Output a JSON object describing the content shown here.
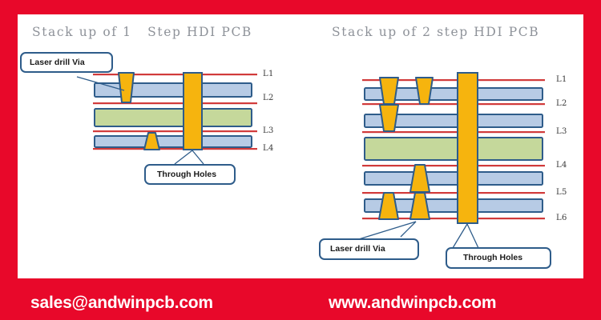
{
  "page": {
    "border_color": "#e8082a",
    "canvas_color": "#ffffff"
  },
  "colors": {
    "red_trace": "#d13a3a",
    "copper_blue_fill": "#b7cbe5",
    "copper_blue_stroke": "#2e5c8a",
    "core_green_fill": "#c5d89b",
    "core_green_stroke": "#2e5c8a",
    "via_yellow_fill": "#f6b40e",
    "via_yellow_stroke": "#2e5c8a",
    "callout_stroke": "#2e5c8a",
    "callout_fill": "#ffffff",
    "title_gray": "#8e9299",
    "footer_red": "#e8082a",
    "footer_text": "#ffffff"
  },
  "left_diagram": {
    "title": "Stack up of 1   Step HDI PCB",
    "layer_labels": [
      "L1",
      "L2",
      "L3",
      "L4"
    ],
    "callouts": [
      {
        "id": "laser-drill-via",
        "label": "Laser drill  Via"
      },
      {
        "id": "through-holes",
        "label": "Through Holes"
      }
    ],
    "structure": {
      "layer_count": 4,
      "copper_bars": 2,
      "core_layers": 1,
      "microvias": 2,
      "through_holes": 1
    }
  },
  "right_diagram": {
    "title": "Stack up of 2 step HDI PCB",
    "layer_labels": [
      "L1",
      "L2",
      "L3",
      "L4",
      "L5",
      "L6"
    ],
    "callouts": [
      {
        "id": "laser-drill-via",
        "label": "Laser drill  Via"
      },
      {
        "id": "through-holes",
        "label": "Through Holes"
      }
    ],
    "structure": {
      "layer_count": 6,
      "copper_bars": 4,
      "core_layers": 1,
      "microvias": 6,
      "through_holes": 1
    }
  },
  "footer": {
    "email": "sales@andwinpcb.com",
    "website": "www.andwinpcb.com"
  }
}
